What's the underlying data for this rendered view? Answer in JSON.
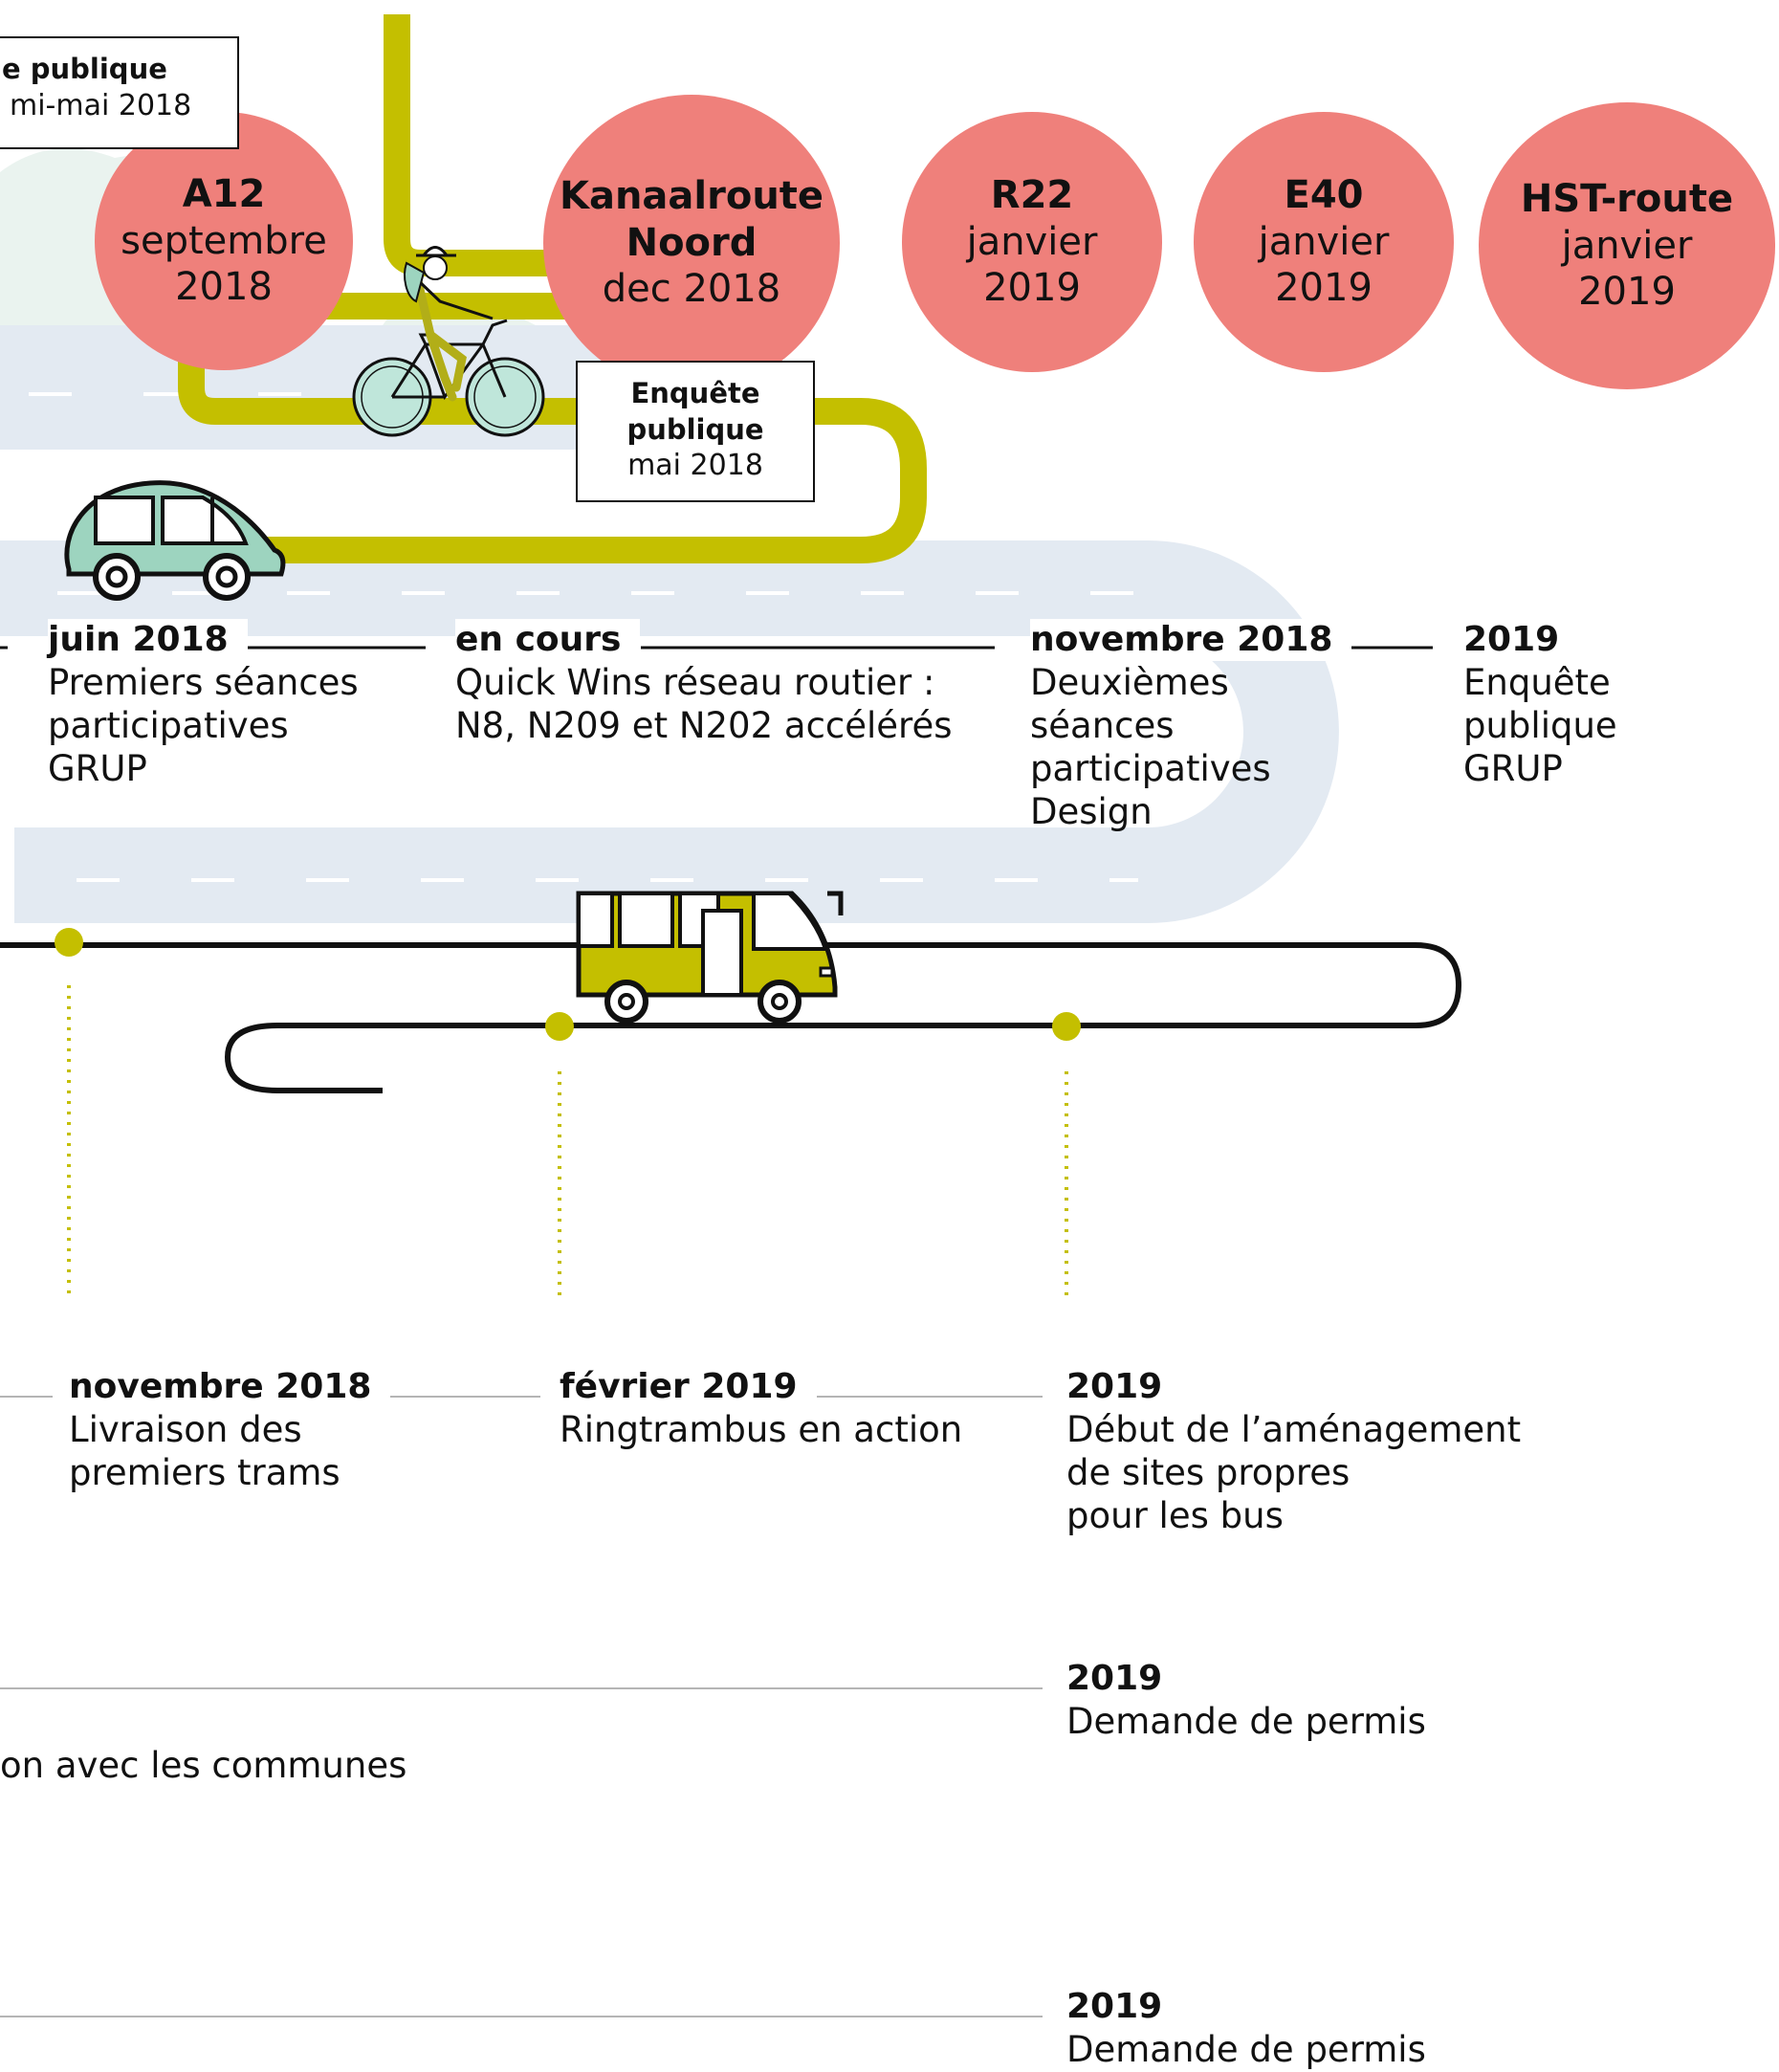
{
  "milestones": [
    {
      "title": "A12",
      "sub": "septembre\n2018"
    },
    {
      "title": "Kanaalroute\nNoord",
      "sub": "dec 2018"
    },
    {
      "title": "R22",
      "sub": "janvier\n2019"
    },
    {
      "title": "E40",
      "sub": "janvier\n2019"
    },
    {
      "title": "HST-route",
      "sub": "janvier\n2019"
    }
  ],
  "inquiry_boxes": [
    {
      "bold": "e publique",
      "normal": "mi-mai 2018"
    },
    {
      "bold": "Enquête\npublique",
      "normal": "mai 2018"
    }
  ],
  "road_events": [
    {
      "date": "juin 2018",
      "text": "Premiers séances\nparticipatives\nGRUP"
    },
    {
      "date": "en cours",
      "text": "Quick Wins réseau routier :\nN8, N209 et N202 accélérés"
    },
    {
      "date": "novembre 2018",
      "text": "Deuxièmes séances\nparticipatives\nDesign"
    },
    {
      "date": "2019",
      "text": "Enquête publique\nGRUP"
    }
  ],
  "transit_events": [
    {
      "date": "novembre 2018",
      "text": "Livraison des\npremiers trams"
    },
    {
      "date": "février 2019",
      "text": "Ringtrambus en action"
    },
    {
      "date": "2019",
      "text": "Début de l’aménagement\nde sites propres\npour les bus"
    }
  ],
  "permit_rows": [
    {
      "date": "2019",
      "text": "Demande de permis",
      "left_text": "on avec les communes"
    },
    {
      "date": "2019",
      "text": "Demande de permis",
      "left_text": ""
    }
  ],
  "colors": {
    "circle": "#ef807b",
    "olive": "#c4bf00",
    "road": "#e3eaf2",
    "car": "#9dd4bf",
    "line": "#111111",
    "divider": "#b5b5b5"
  },
  "icons": [
    "cyclist-icon",
    "car-icon",
    "bus-icon"
  ]
}
